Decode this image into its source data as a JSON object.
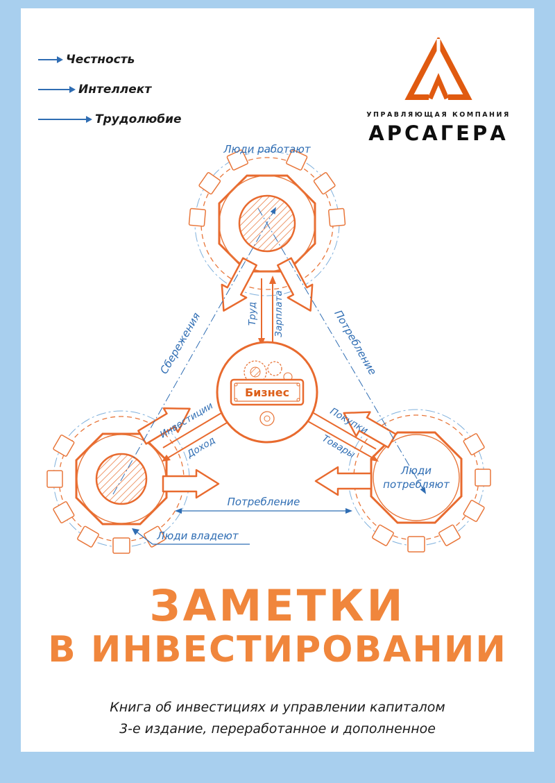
{
  "values": {
    "items": [
      {
        "label": "Честность"
      },
      {
        "label": "Интеллект"
      },
      {
        "label": "Трудолюбие"
      }
    ]
  },
  "logo": {
    "tagline": "УПРАВЛЯЮЩАЯ КОМПАНИЯ",
    "company": "АРСАГЕРА"
  },
  "diagram": {
    "top_label": "Люди работают",
    "owners_label": "Люди владеют",
    "consumers_label_1": "Люди",
    "consumers_label_2": "потребляют",
    "center_label": "Бизнес",
    "savings_label": "Сбережения",
    "consumption_right_label": "Потребление",
    "consumption_bottom_label": "Потребление",
    "labor_label": "Труд",
    "salary_label": "Зарплата",
    "investments_label": "Инвестиции",
    "income_label": "Доход",
    "purchases_label": "Покупки",
    "goods_label": "Товары"
  },
  "title": {
    "line1": "ЗАМЕТКИ",
    "line2": "В ИНВЕСТИРОВАНИИ"
  },
  "subtitle": {
    "line1": "Книга об инвестициях и управлении капиталом",
    "line2": "3-е издание, переработанное и дополненное"
  },
  "colors": {
    "orange": "#e86a2e",
    "blue": "#2f6db3",
    "frame_blue": "#a8cfee",
    "title_orange": "#f0863c"
  }
}
